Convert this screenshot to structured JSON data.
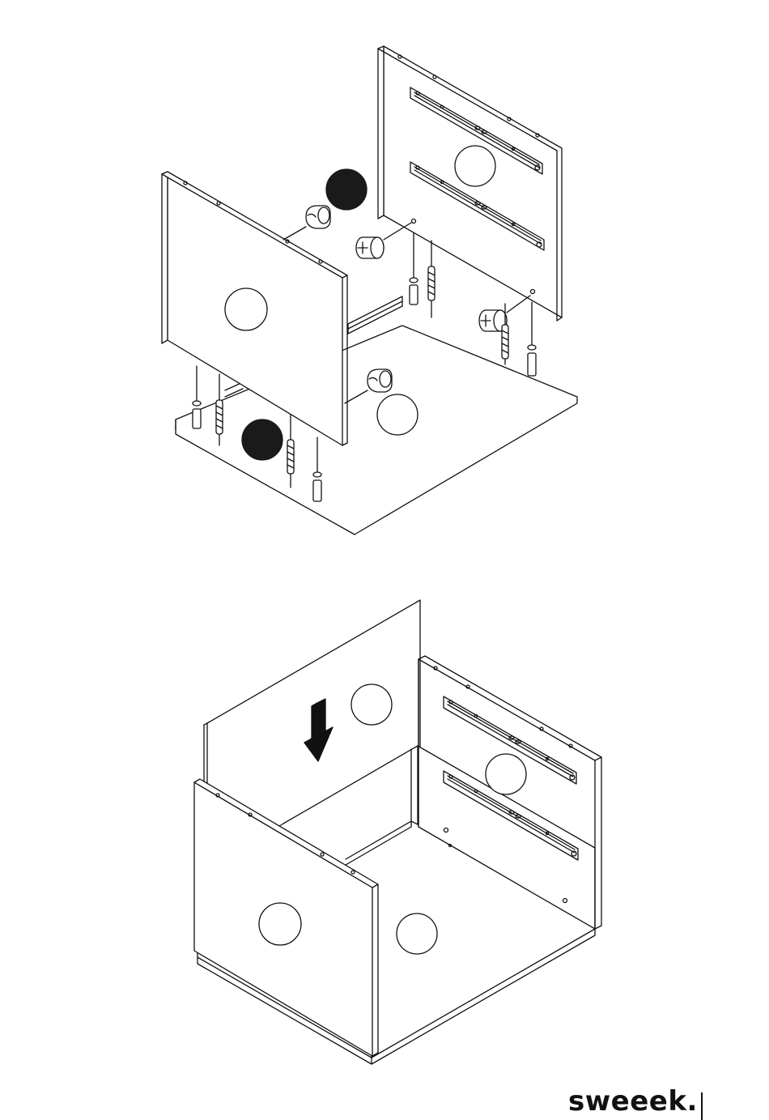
{
  "brand": {
    "name": "sweeek."
  },
  "colors": {
    "line": "#111111",
    "fill": "#ffffff",
    "marker": "#1a1a1a"
  },
  "diagram": {
    "steps": [
      {
        "id": "step-explode",
        "description_hidden": true
      },
      {
        "id": "step-assembled"
      }
    ]
  }
}
